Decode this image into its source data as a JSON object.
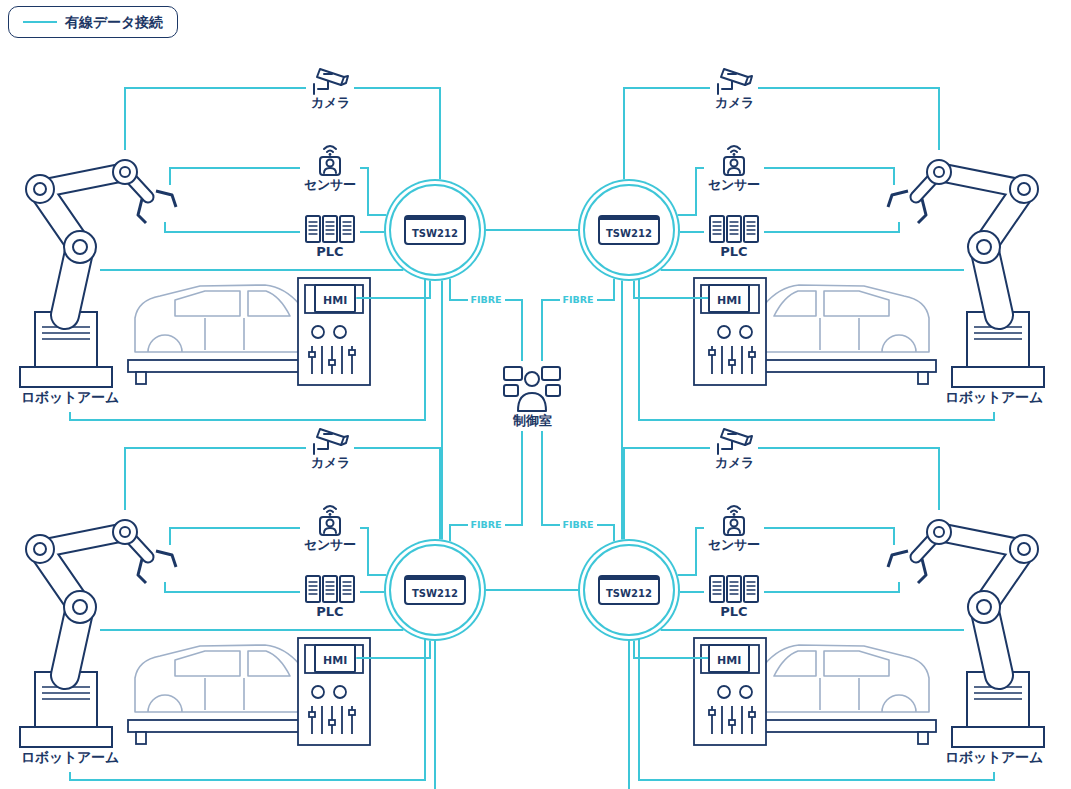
{
  "diagram": {
    "nodes": [
      {
        "text": [
          "カメラ"
        ]
      },
      {
        "text": [
          "センサー"
        ]
      },
      {
        "text": [
          "PLC"
        ]
      },
      {
        "text": [
          "TSW212"
        ]
      },
      {
        "text": [
          "HMI"
        ]
      },
      {
        "text": [
          "ロボットアーム"
        ]
      },
      {
        "text": [
          "カメラ"
        ]
      },
      {
        "text": [
          "センサー"
        ]
      },
      {
        "text": [
          "PLC"
        ]
      },
      {
        "text": [
          "TSW212"
        ]
      },
      {
        "text": [
          "HMI"
        ]
      },
      {
        "text": [
          "ロボットアーム"
        ]
      },
      {
        "text": [
          "制御室"
        ]
      },
      {
        "text": [
          "カメラ"
        ]
      },
      {
        "text": [
          "センサー"
        ]
      },
      {
        "text": [
          "PLC"
        ]
      },
      {
        "text": [
          "TSW212"
        ]
      },
      {
        "text": [
          "HMI"
        ]
      },
      {
        "text": [
          "ロボットアーム"
        ]
      },
      {
        "text": [
          "カメラ"
        ]
      },
      {
        "text": [
          "センサー"
        ]
      },
      {
        "text": [
          "PLC"
        ]
      },
      {
        "text": [
          "TSW212"
        ]
      },
      {
        "text": [
          "HMI"
        ]
      },
      {
        "text": [
          "ロボットアーム"
        ]
      }
    ],
    "edges": [
      {
        "from": 0,
        "to": 3,
        "arrow": "none"
      },
      {
        "from": 1,
        "to": 3,
        "arrow": "none"
      },
      {
        "from": 2,
        "to": 3,
        "arrow": "none"
      },
      {
        "from": 4,
        "to": 3,
        "arrow": "none"
      },
      {
        "from": 5,
        "to": 3,
        "arrow": "none"
      },
      {
        "from": 6,
        "to": 9,
        "arrow": "none"
      },
      {
        "from": 7,
        "to": 9,
        "arrow": "none"
      },
      {
        "from": 8,
        "to": 9,
        "arrow": "none"
      },
      {
        "from": 10,
        "to": 9,
        "arrow": "none"
      },
      {
        "from": 11,
        "to": 9,
        "arrow": "none"
      },
      {
        "from": 13,
        "to": 16,
        "arrow": "none"
      },
      {
        "from": 14,
        "to": 16,
        "arrow": "none"
      },
      {
        "from": 15,
        "to": 16,
        "arrow": "none"
      },
      {
        "from": 17,
        "to": 16,
        "arrow": "none"
      },
      {
        "from": 18,
        "to": 16,
        "arrow": "none"
      },
      {
        "from": 19,
        "to": 22,
        "arrow": "none"
      },
      {
        "from": 20,
        "to": 22,
        "arrow": "none"
      },
      {
        "from": 21,
        "to": 22,
        "arrow": "none"
      },
      {
        "from": 23,
        "to": 22,
        "arrow": "none"
      },
      {
        "from": 24,
        "to": 22,
        "arrow": "none"
      },
      {
        "from": 3,
        "to": 9,
        "arrow": "none"
      },
      {
        "from": 16,
        "to": 22,
        "arrow": "none"
      },
      {
        "from": 3,
        "to": 16,
        "arrow": "none"
      },
      {
        "from": 9,
        "to": 22,
        "arrow": "none"
      },
      {
        "from": 3,
        "to": 12,
        "label": "FIBRE",
        "arrow": "none"
      },
      {
        "from": 9,
        "to": 12,
        "label": "FIBRE",
        "arrow": "none"
      },
      {
        "from": 16,
        "to": 12,
        "label": "FIBRE",
        "arrow": "none"
      },
      {
        "from": 22,
        "to": 12,
        "label": "FIBRE",
        "arrow": "none"
      }
    ],
    "legend": [
      {
        "text": "有線データ接続"
      }
    ]
  }
}
